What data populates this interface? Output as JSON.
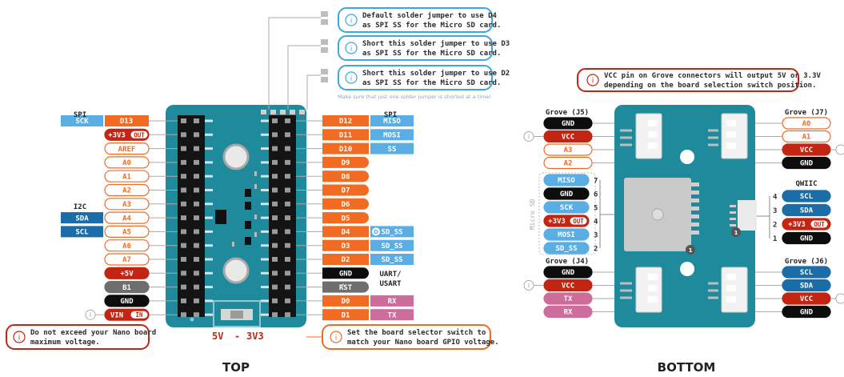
{
  "colors": {
    "board": "#1f8a9c",
    "orange": "#f26b22",
    "red": "#c22511",
    "blue": "#5aaee4",
    "darkblue": "#1a6da6",
    "pink": "#cd6d9c",
    "gray": "#6e6e6e",
    "black": "#0d0d0d",
    "callout_blue": "#3da8d8",
    "callout_orange": "#f26b22",
    "callout_red": "#c22511"
  },
  "titles": {
    "top": "TOP",
    "bottom": "BOTTOM"
  },
  "top": {
    "spi_left_header": "SPI",
    "i2c_header": "I2C",
    "spi_right_header": "SPI",
    "uart_header_1": "UART/",
    "uart_header_2": "USART",
    "left_pins": [
      {
        "tag": "SCK",
        "label": "D13"
      },
      {
        "label": "+3V3",
        "badge": "OUT"
      },
      {
        "label": "AREF"
      },
      {
        "label": "A0"
      },
      {
        "label": "A1"
      },
      {
        "label": "A2"
      },
      {
        "label": "A3"
      },
      {
        "tag": "SDA",
        "label": "A4"
      },
      {
        "tag": "SCL",
        "label": "A5"
      },
      {
        "label": "A6"
      },
      {
        "label": "A7"
      },
      {
        "label": "+5V"
      },
      {
        "label": "B1"
      },
      {
        "label": "GND"
      },
      {
        "label": "VIN",
        "badge": "IN"
      }
    ],
    "right_pins": [
      {
        "label": "D12",
        "tag": "MISO"
      },
      {
        "label": "D11",
        "tag": "MOSI"
      },
      {
        "label": "D10",
        "tag": "SS"
      },
      {
        "label": "D9"
      },
      {
        "label": "D8"
      },
      {
        "label": "D7"
      },
      {
        "label": "D6"
      },
      {
        "label": "D5"
      },
      {
        "label": "D4",
        "tag": "SD_SS",
        "marker": "D"
      },
      {
        "label": "D3",
        "tag": "SD_SS"
      },
      {
        "label": "D2",
        "tag": "SD_SS"
      },
      {
        "label": "GND"
      },
      {
        "label": "RST"
      },
      {
        "label": "D0",
        "tag": "RX"
      },
      {
        "label": "D1",
        "tag": "TX"
      }
    ],
    "jumper_notes": [
      {
        "line1": "Default solder jumper to use D4",
        "line2": "as SPI SS for the Micro SD card."
      },
      {
        "line1": "Short this solder jumper to use D3",
        "line2": "as SPI SS for the Micro SD card."
      },
      {
        "line1": "Short this solder jumper to use D2",
        "line2": "as SPI SS for the Micro SD card."
      }
    ],
    "jumper_footnote": "Make sure that just one solder jumper is shorted at a time!",
    "voltage_note": {
      "line1": "Do not exceed your Nano board",
      "line2": "maximum voltage."
    },
    "switch_note": {
      "line1": "Set the board selector switch to",
      "line2": "match your Nano board GPIO voltage."
    },
    "switch_labels": {
      "left": "5V",
      "dash": "-",
      "right": "3V3"
    }
  },
  "bottom": {
    "vcc_note": {
      "line1": "VCC pin on Grove connectors will output 5V or 3.3V",
      "line2": "depending on the board selection switch position."
    },
    "j5": {
      "title": "Grove (J5)",
      "pins": [
        "GND",
        "VCC",
        "A3",
        "A2"
      ]
    },
    "j4": {
      "title": "Grove (J4)",
      "pins": [
        "GND",
        "VCC",
        "TX",
        "RX"
      ]
    },
    "j7": {
      "title": "Grove (J7)",
      "pins": [
        "A0",
        "A1",
        "VCC",
        "GND"
      ]
    },
    "j6": {
      "title": "Grove (J6)",
      "pins": [
        "SCL",
        "SDA",
        "VCC",
        "GND"
      ]
    },
    "microsd": {
      "title": "Micro SD",
      "pins": [
        {
          "label": "MISO",
          "num": "7"
        },
        {
          "label": "GND",
          "num": "6"
        },
        {
          "label": "SCK",
          "num": "5"
        },
        {
          "label": "+3V3",
          "badge": "OUT",
          "num": "4"
        },
        {
          "label": "MOSI",
          "num": "3"
        },
        {
          "label": "SD_SS",
          "num": "2"
        }
      ]
    },
    "qwiic": {
      "title": "QWIIC",
      "pins": [
        {
          "num": "4",
          "label": "SCL"
        },
        {
          "num": "3",
          "label": "SDA"
        },
        {
          "num": "2",
          "label": "+3V3",
          "badge": "OUT"
        },
        {
          "num": "1",
          "label": "GND"
        }
      ]
    },
    "markers": {
      "one": "1"
    }
  }
}
